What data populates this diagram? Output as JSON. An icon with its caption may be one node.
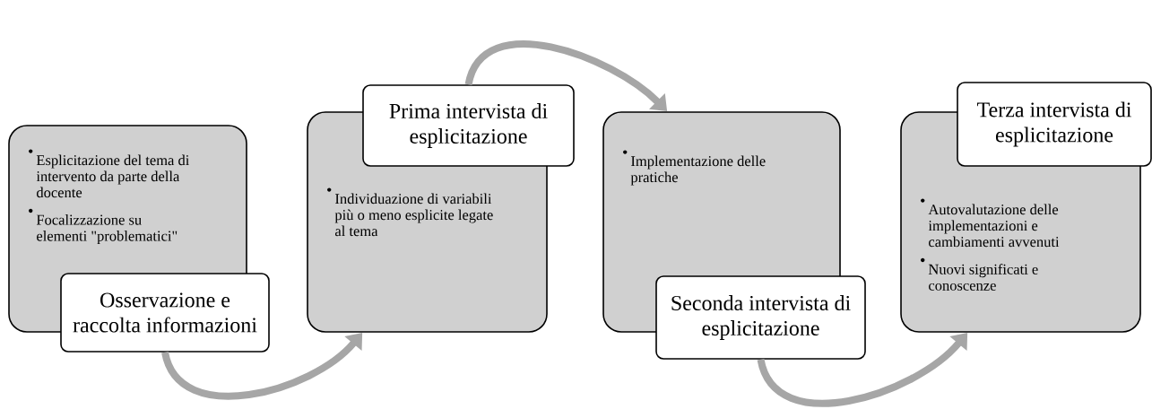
{
  "diagram": {
    "nodes": [
      {
        "text": [
          "Esplicitazione del tema di intervento da parte della docente",
          "Focalizzazione su elementi \"problematici\""
        ]
      },
      {
        "text": [
          "Osservazione e raccolta informazioni"
        ]
      },
      {
        "text": [
          "Individuazione di variabili più o meno esplicite legate al tema"
        ]
      },
      {
        "text": [
          "Prima intervista di esplicitazione"
        ]
      },
      {
        "text": [
          "Implementazione delle pratiche"
        ]
      },
      {
        "text": [
          "Seconda intervista di esplicitazione"
        ]
      },
      {
        "text": [
          "Autovalutazione delle implementazioni e cambiamenti avvenuti",
          "Nuovi significati e conoscenze"
        ]
      },
      {
        "text": [
          "Terza intervista di esplicitazione"
        ]
      }
    ],
    "edges": [
      {
        "from": 1,
        "to": 2,
        "arrow": "to"
      },
      {
        "from": 3,
        "to": 4,
        "arrow": "to"
      },
      {
        "from": 5,
        "to": 6,
        "arrow": "to"
      }
    ]
  }
}
